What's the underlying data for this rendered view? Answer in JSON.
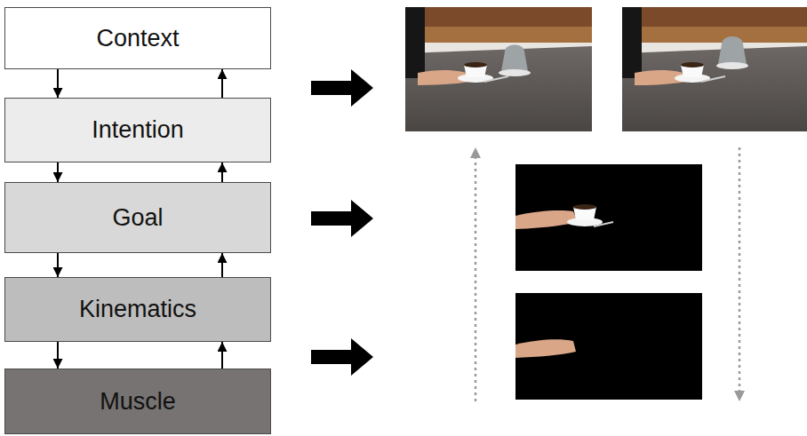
{
  "diagram": {
    "nodes": [
      {
        "text": [
          "Context"
        ]
      },
      {
        "text": [
          "Intention"
        ]
      },
      {
        "text": [
          "Goal"
        ]
      },
      {
        "text": [
          "Kinematics"
        ]
      },
      {
        "text": [
          "Muscle"
        ]
      }
    ],
    "edges": [
      {
        "from": 0,
        "to": 1,
        "arrow": "to"
      },
      {
        "from": 1,
        "to": 0,
        "arrow": "to"
      },
      {
        "from": 1,
        "to": 2,
        "arrow": "to"
      },
      {
        "from": 2,
        "to": 1,
        "arrow": "to"
      },
      {
        "from": 2,
        "to": 3,
        "arrow": "to"
      },
      {
        "from": 3,
        "to": 2,
        "arrow": "to"
      },
      {
        "from": 3,
        "to": 4,
        "arrow": "to"
      },
      {
        "from": 4,
        "to": 3,
        "arrow": "to"
      }
    ]
  }
}
